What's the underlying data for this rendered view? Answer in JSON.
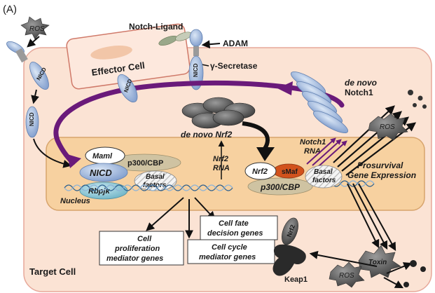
{
  "panel_label": "(A)",
  "labels": {
    "ros_top": "ROS",
    "notch_ligand": "Notch-Ligand",
    "adam": "ADAM",
    "gamma_secretase": "γ-Secretase",
    "effector_cell": "Effector Cell",
    "nicd_top": "NICD",
    "nicd_mid": "NICD",
    "nicd_left": "NICD",
    "nicd_cleaved": "NICD",
    "de_novo_notch1_a": "de novo",
    "de_novo_notch1_b": "Notch1",
    "de_novo_nrf2": "de novo Nrf2",
    "ros_right": "ROS",
    "maml": "Maml",
    "p300_left": "p300/CBP",
    "nicd_complex": "NICD",
    "basal_left_a": "Basal",
    "basal_left_b": "factors",
    "rbpj": "Rbpjκ",
    "nucleus": "Nucleus",
    "nrf2_rna_a": "Nrf2",
    "nrf2_rna_b": "RNA",
    "notch1_rna_a": "Notch1",
    "notch1_rna_b": "RNA",
    "nrf2_bound": "Nrf2",
    "smaf": "sMaf",
    "p300_right": "p300/CBP",
    "basal_right_a": "Basal",
    "basal_right_b": "factors",
    "prosurvival_a": "Prosurvival",
    "prosurvival_b": "Gene Expression",
    "cell_fate_a": "Cell fate",
    "cell_fate_b": "decision genes",
    "prolif_a": "Cell",
    "prolif_b": "proliferation",
    "prolif_c": "mediator genes",
    "cell_cycle_a": "Cell cycle",
    "cell_cycle_b": "mediator genes",
    "nrf2_keap": "Nrf2",
    "keap1": "Keap1",
    "toxin": "Toxin",
    "ros_bottom": "ROS",
    "target_cell": "Target Cell"
  },
  "colors": {
    "cell_fill": "#fbe3d4",
    "cell_stroke": "#e7a89a",
    "nucleus_fill": "#f7d1a0",
    "nucleus_stroke": "#d7a46c",
    "purple": "#6a1a7a",
    "receptor_blue": "#a8bfe0",
    "ros_gray": "#7a7a7a",
    "smaf_orange": "#d2521c",
    "p300_tan": "#cfc3a2"
  }
}
